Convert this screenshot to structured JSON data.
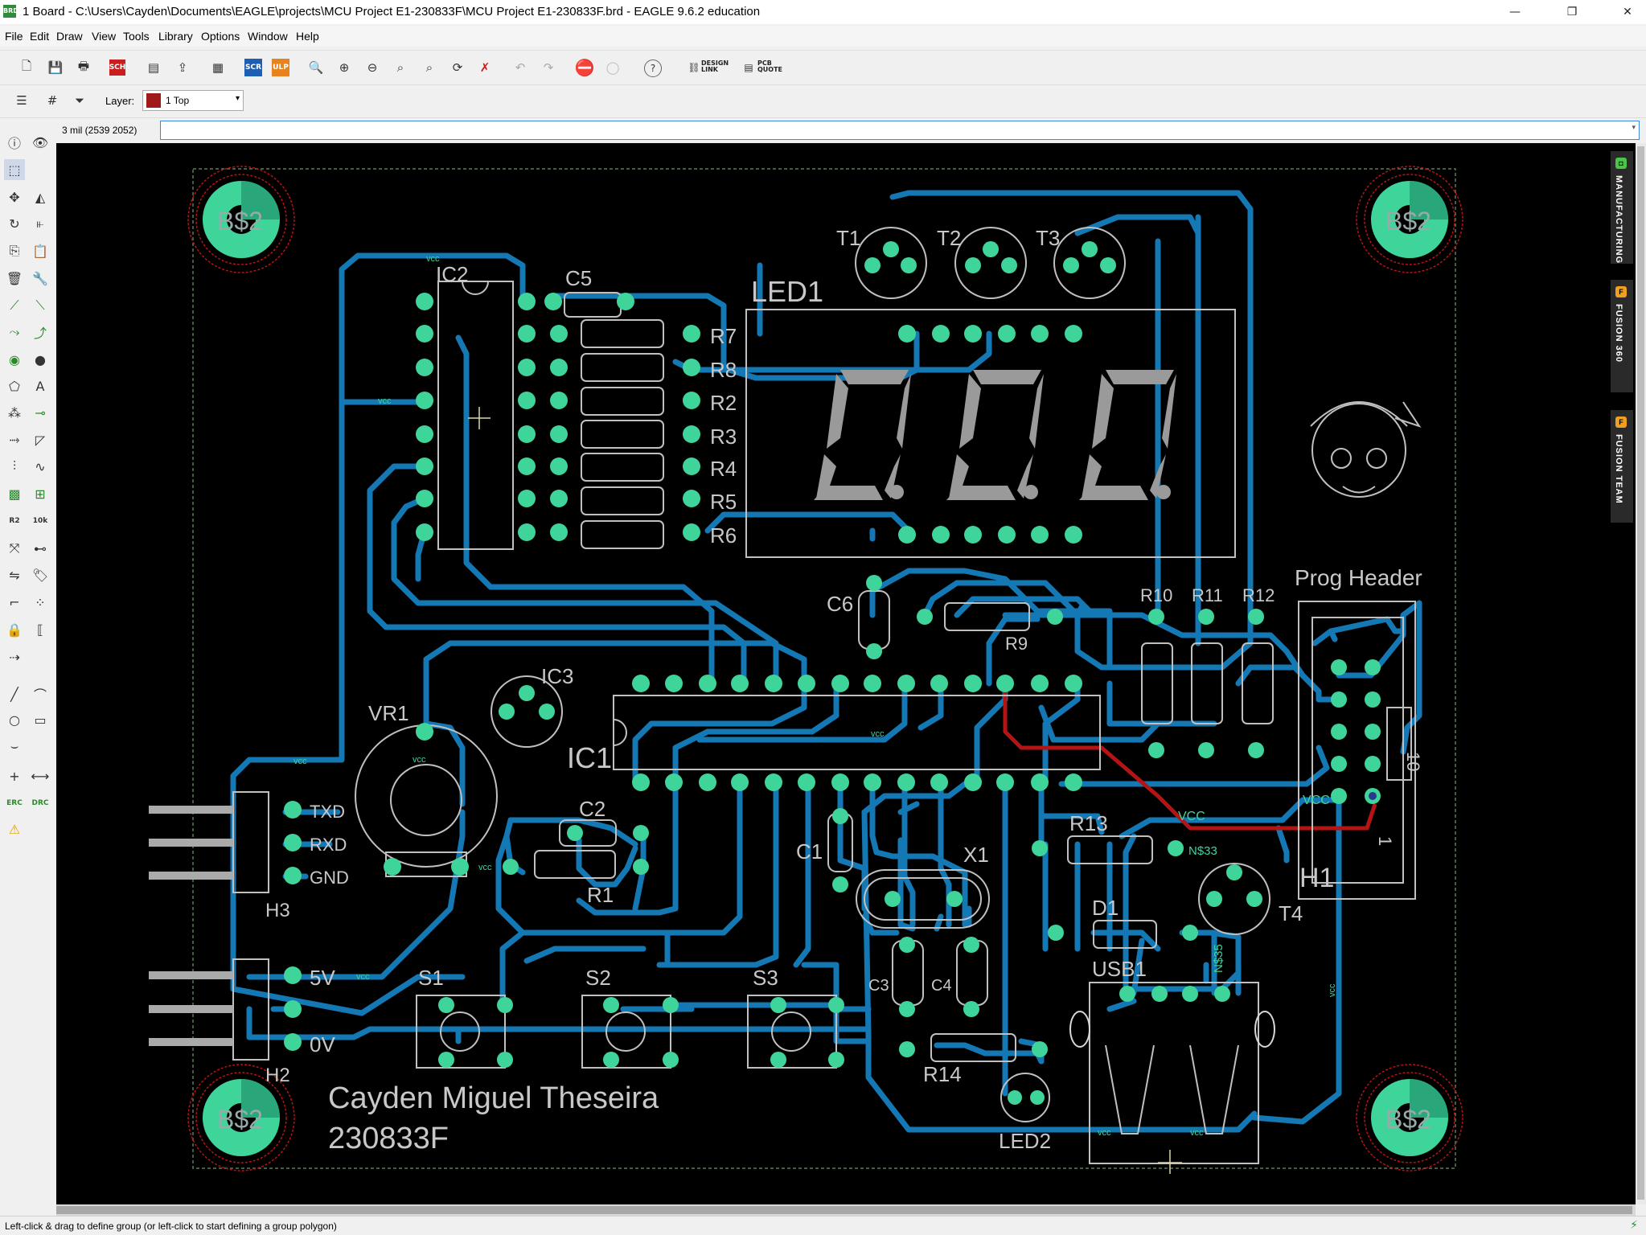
{
  "window": {
    "title": "1 Board - C:\\Users\\Cayden\\Documents\\EAGLE\\projects\\MCU Project E1-230833F\\MCU Project E1-230833F.brd - EAGLE 9.6.2 education",
    "app_icon": "BRD",
    "controls": {
      "minimize": "—",
      "maximize": "❐",
      "close": "✕"
    }
  },
  "menu": [
    "File",
    "Edit",
    "Draw",
    "View",
    "Tools",
    "Library",
    "Options",
    "Window",
    "Help"
  ],
  "toolbar": {
    "sch_label": "SCH",
    "scr_label": "SCR",
    "ulp_label": "ULP",
    "design_link": "DESIGN\nLINK",
    "pcb_quote": "PCB\nQUOTE",
    "help": "?"
  },
  "layerbar": {
    "label": "Layer:",
    "value": "1 Top",
    "swatch_color": "#a11a1a"
  },
  "command": {
    "coordinates": "3 mil (2539 2052)",
    "value": ""
  },
  "panels": [
    "MANUFACTURING",
    "FUSION 360",
    "FUSION TEAM"
  ],
  "status": {
    "text": "Left-click & drag to define group (or left-click to start defining a group polygon)"
  },
  "board": {
    "text_name": "Cayden Miguel Theseira",
    "text_id": "230833F",
    "components": {
      "T1": "T1",
      "T2": "T2",
      "T3": "T3",
      "T4": "T4",
      "IC1": "IC1",
      "IC2": "IC2",
      "IC3": "IC3",
      "LED1": "LED1",
      "LED2": "LED2",
      "C1": "C1",
      "C2": "C2",
      "C3": "C3",
      "C4": "C4",
      "C5": "C5",
      "C6": "C6",
      "R1": "R1",
      "R2": "R2",
      "R3": "R3",
      "R4": "R4",
      "R5": "R5",
      "R6": "R6",
      "R7": "R7",
      "R8": "R8",
      "R9": "R9",
      "R10": "R10",
      "R11": "R11",
      "R12": "R12",
      "R13": "R13",
      "R14": "R14",
      "VR1": "VR1",
      "X1": "X1",
      "D1": "D1",
      "USB1": "USB1",
      "H1": "H1",
      "H2": "H2",
      "H3": "H3",
      "S1": "S1",
      "S2": "S2",
      "S3": "S3",
      "PROG": "Prog Header",
      "TXD": "TXD",
      "RXD": "RXD",
      "GND": "GND",
      "5V": "5V",
      "0V": "0V",
      "B1": "B$2",
      "B2": "B$2",
      "B3": "B$2",
      "B4": "B$2",
      "N33": "N$33",
      "N35": "N$35",
      "pin10": "10",
      "pin1": "1"
    },
    "net_label": "VCC",
    "net_label_lower": "vcc",
    "colors": {
      "track": "#1478b4",
      "pad": "#3ed49a",
      "silk": "#c0c0c0",
      "red_track": "#b41414",
      "outline": "#9a9a9a"
    }
  }
}
